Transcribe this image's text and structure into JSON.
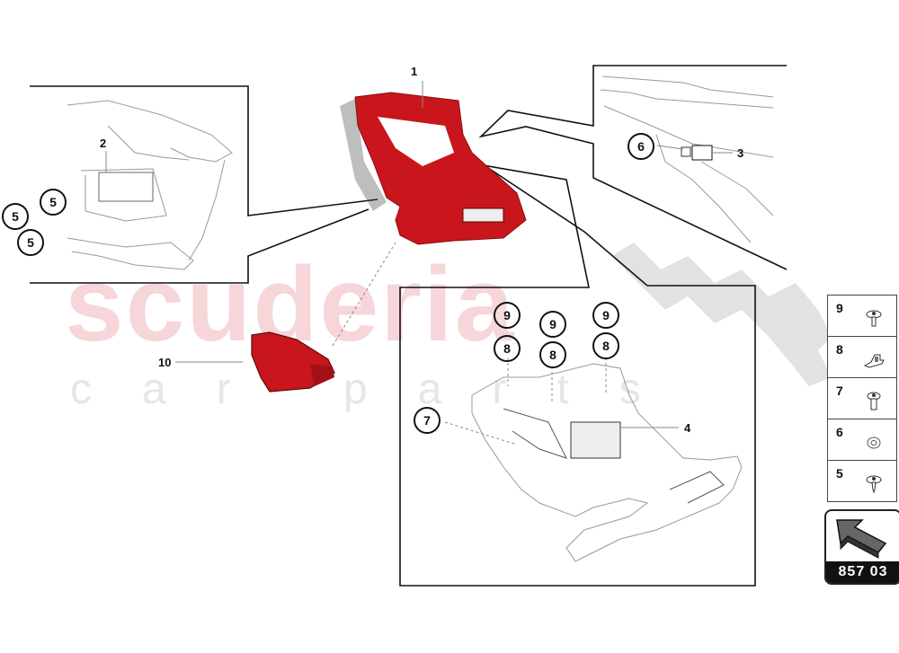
{
  "watermark": {
    "brand": "scuderia",
    "subtitle": "car parts"
  },
  "callouts": {
    "part1": "1",
    "part2": "2",
    "part3": "3",
    "part4": "4",
    "part5a": "5",
    "part5b": "5",
    "part5c": "5",
    "part6": "6",
    "part7": "7",
    "part8a": "8",
    "part8b": "8",
    "part8c": "8",
    "part9a": "9",
    "part9b": "9",
    "part9c": "9",
    "part10": "10"
  },
  "legend": {
    "items": [
      {
        "number": "9",
        "icon": "flange-screw-icon"
      },
      {
        "number": "8",
        "icon": "clip-nut-icon"
      },
      {
        "number": "7",
        "icon": "torx-screw-icon"
      },
      {
        "number": "6",
        "icon": "spring-nut-icon"
      },
      {
        "number": "5",
        "icon": "tapping-screw-icon"
      }
    ]
  },
  "reference": {
    "code": "857 03",
    "icon": "arrow-up-left-icon"
  },
  "colors": {
    "part_red": "#c8161c",
    "watermark_pink": "#f6d6d9",
    "watermark_grey": "#e6e6e8",
    "line": "#111111"
  }
}
